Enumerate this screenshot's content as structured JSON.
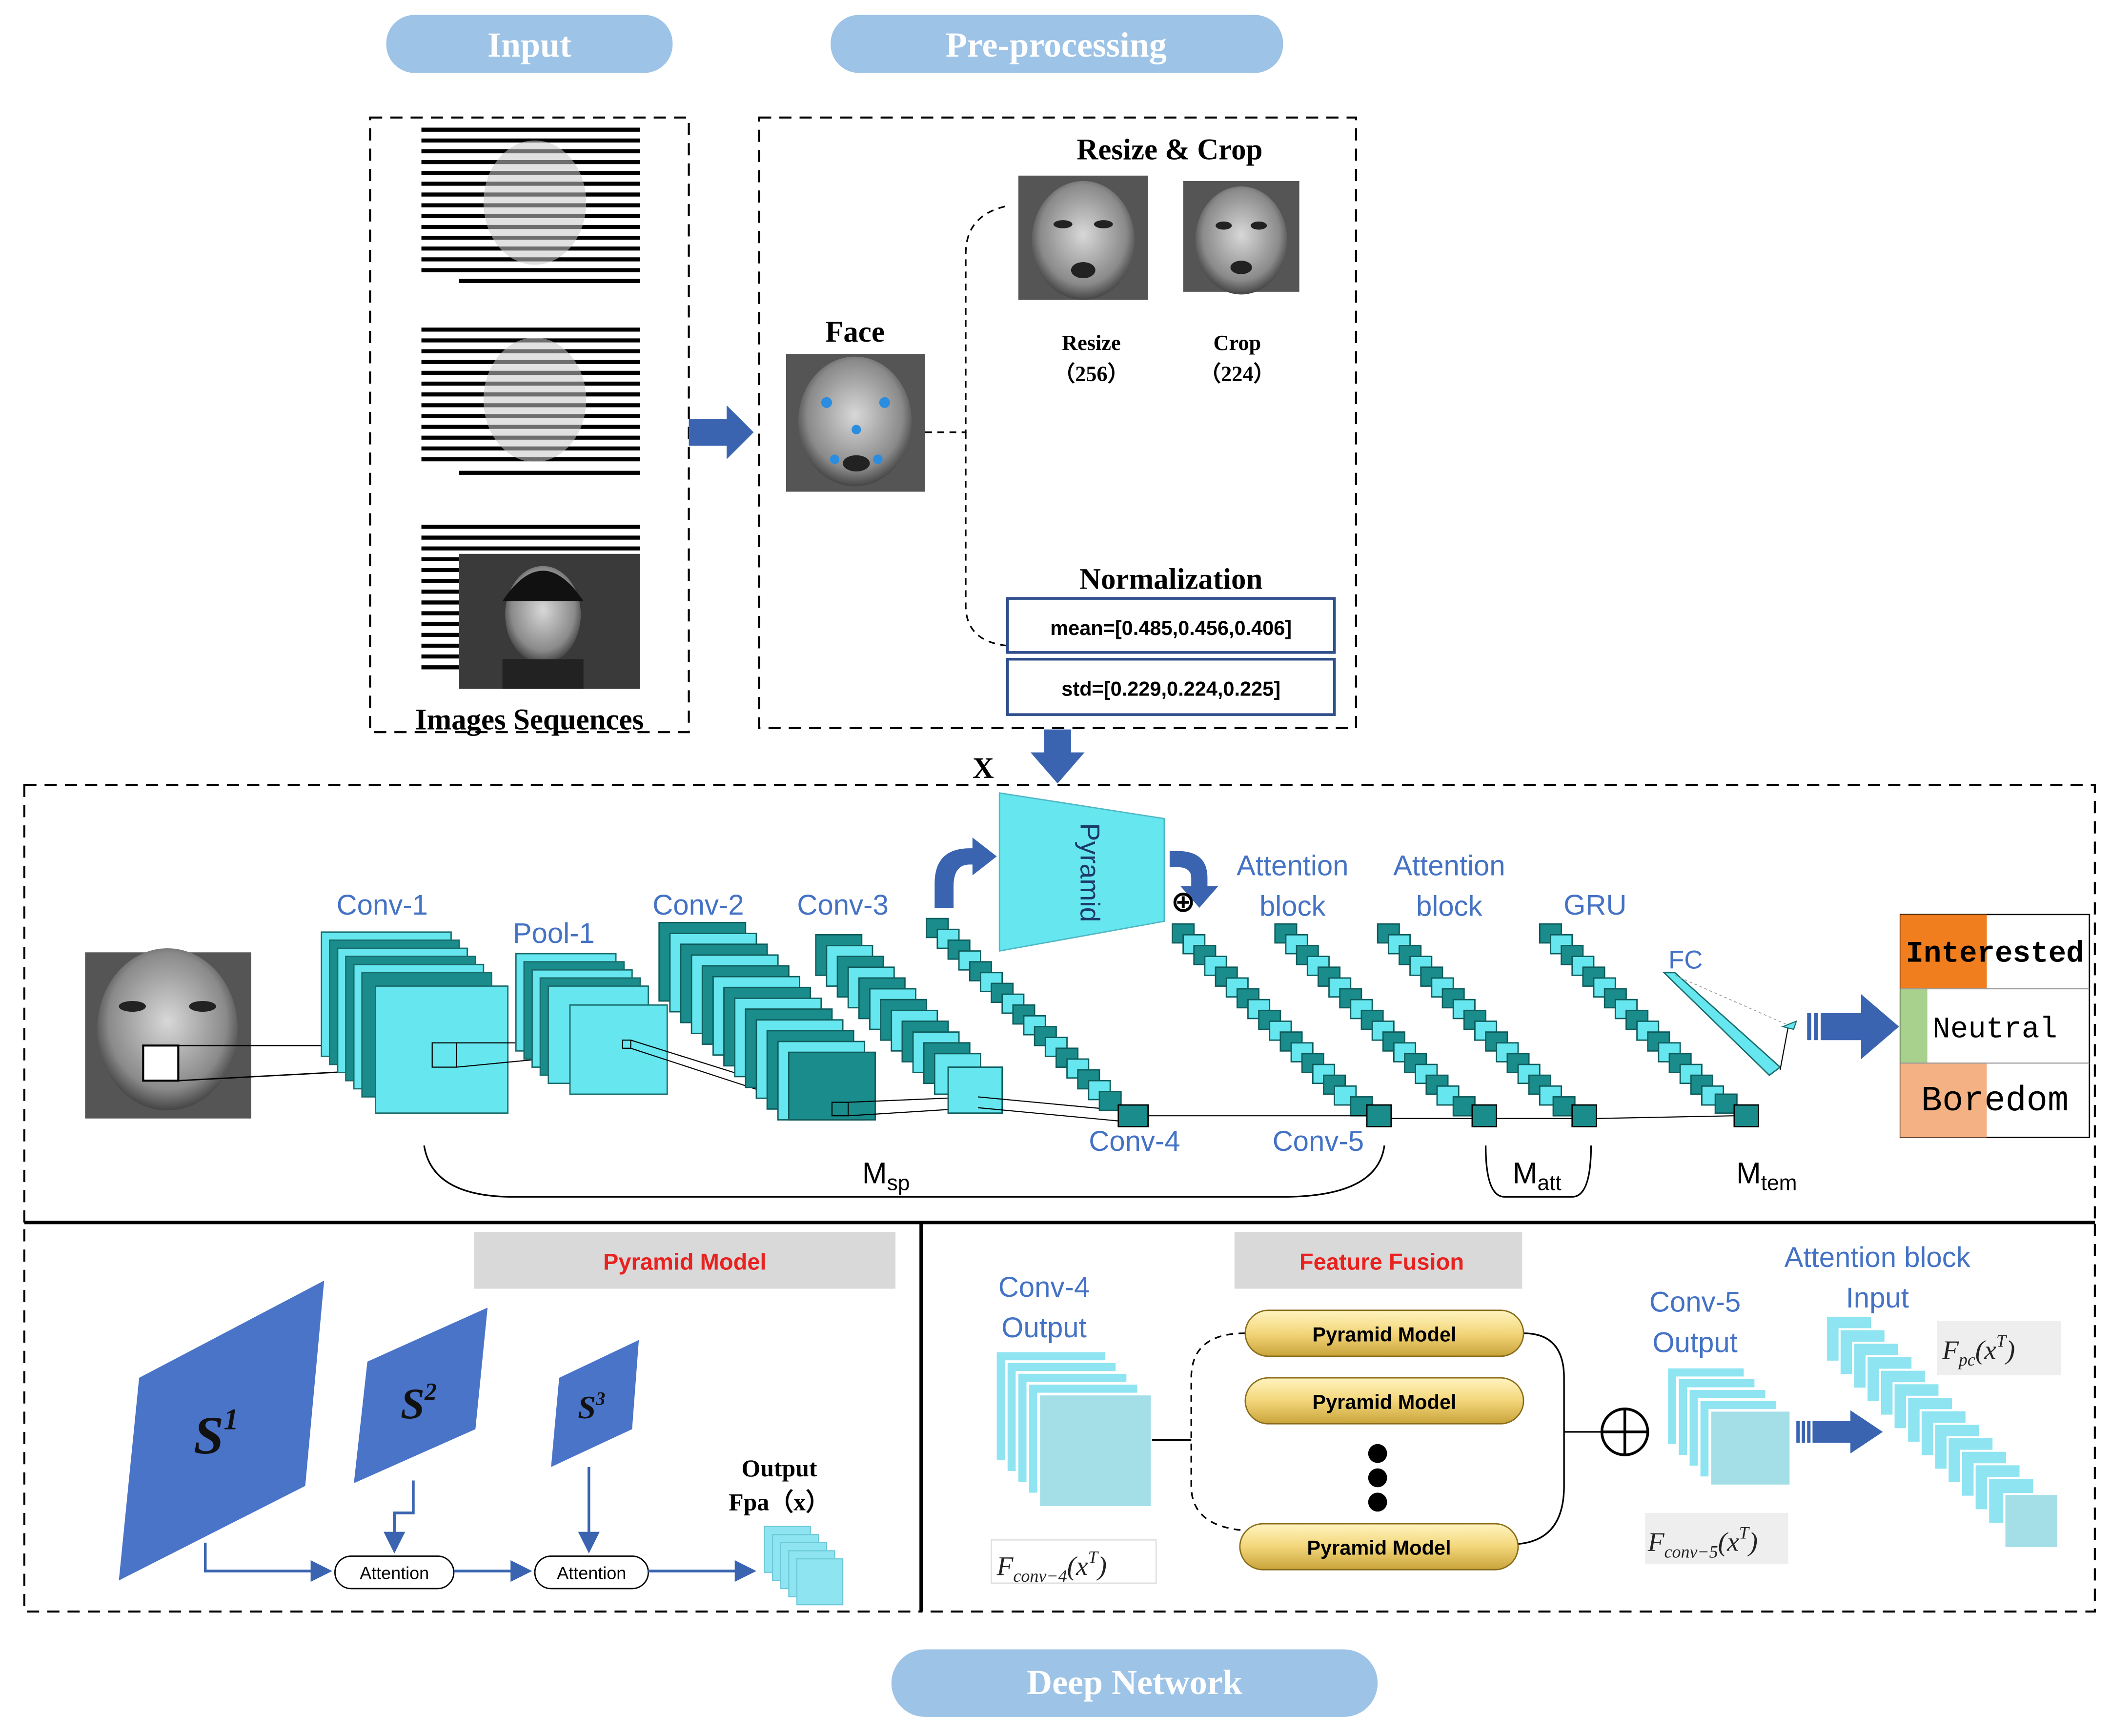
{
  "header": {
    "input_label": "Input",
    "preprocessing_label": "Pre-processing",
    "deep_network_label": "Deep Network"
  },
  "input_panel": {
    "caption": "Images Sequences"
  },
  "preprocessing_panel": {
    "resize_crop_title": "Resize & Crop",
    "face_label": "Face",
    "resize_label": "Resize",
    "resize_value": "（256）",
    "crop_label": "Crop",
    "crop_value": "（224）",
    "normalization_title": "Normalization",
    "mean_text": "mean=[0.485,0.456,0.406]",
    "std_text": "std=[0.229,0.224,0.225]"
  },
  "network": {
    "x_label": "X",
    "pyramid_label": "Pyramid",
    "conv1": "Conv-1",
    "pool1": "Pool-1",
    "conv2": "Conv-2",
    "conv3": "Conv-3",
    "conv4": "Conv-4",
    "conv5": "Conv-5",
    "attention1_line1": "Attention",
    "attention1_line2": "block",
    "attention2_line1": "Attention",
    "attention2_line2": "block",
    "gru": "GRU",
    "fc": "FC",
    "m_sp_main": "M",
    "m_sp_sub": "sp",
    "m_att_main": "M",
    "m_att_sub": "att",
    "m_tem_main": "M",
    "m_tem_sub": "tem",
    "plus": "⊕"
  },
  "outputs": {
    "classes": [
      "Interested",
      "Neutral",
      "Boredom"
    ],
    "colors": [
      "#f07d1e",
      "#a9d18e",
      "#f4b183"
    ]
  },
  "pyramid_model_panel": {
    "title": "Pyramid Model",
    "s1": "S",
    "s1_sup": "1",
    "s2": "S",
    "s2_sup": "2",
    "s3": "S",
    "s3_sup": "3",
    "attention1": "Attention",
    "attention2": "Attention",
    "output_line1": "Output",
    "output_line2": "Fpa（x）"
  },
  "feature_fusion_panel": {
    "title": "Feature Fusion",
    "conv4_line1": "Conv-4",
    "conv4_line2": "Output",
    "pyramid_models": [
      "Pyramid Model",
      "Pyramid  Model",
      "Pyramid  Model"
    ],
    "conv5_line1": "Conv-5",
    "conv5_line2": "Output",
    "attention_block_line1": "Attention block",
    "attention_block_line2": "Input",
    "f_conv4_main": "F",
    "f_conv4_sub": "conv−4",
    "f_conv4_arg": "(x",
    "f_conv4_sup": "T",
    "f_conv4_close": ")",
    "f_conv5_main": "F",
    "f_conv5_sub": "conv−5",
    "f_conv5_arg": "(x",
    "f_conv5_sup": "T",
    "f_conv5_close": ")",
    "f_pc_main": "F",
    "f_pc_sub": "pc",
    "f_pc_arg": "(x",
    "f_pc_sup": "T",
    "f_pc_close": ")"
  },
  "colors": {
    "pill_fill": "#9dc3e6",
    "cyan": "#66e6ee",
    "teal_dark": "#1a8c8c",
    "label_blue": "#4472c4",
    "arrow_blue": "#3a64b0",
    "parallelogram_blue": "#4a74c8",
    "light_cyan": "#8ee4f0",
    "red_title": "#e8221f"
  }
}
